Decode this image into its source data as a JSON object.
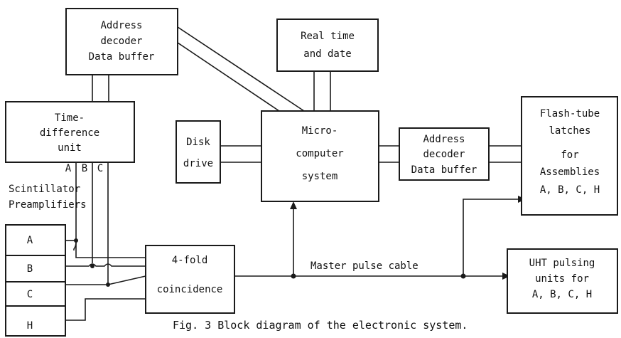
{
  "blocks": {
    "address_decoder_top": [
      "Address",
      "decoder",
      "Data buffer"
    ],
    "real_time": [
      "Real time",
      "and date"
    ],
    "time_difference": [
      "Time-",
      "difference",
      "unit"
    ],
    "disk_drive": [
      "Disk",
      "drive"
    ],
    "microcomputer": [
      "Micro-",
      "computer",
      "system"
    ],
    "address_decoder_right": [
      "Address",
      "decoder",
      "Data buffer"
    ],
    "flash_tube": [
      "Flash-tube",
      "latches",
      "for",
      "Assemblies",
      "A, B, C, H"
    ],
    "coincidence": [
      "4-fold",
      "coincidence"
    ],
    "uht": [
      "UHT pulsing",
      "units for",
      "A, B, C, H"
    ],
    "preamp_a": "A",
    "preamp_b": "B",
    "preamp_c": "C",
    "preamp_h": "H"
  },
  "labels": {
    "channel_a": "A",
    "channel_b": "B",
    "channel_c": "C",
    "scintillator": "Scintillator",
    "preamplifiers": "Preamplifiers",
    "master_pulse": "Master pulse cable"
  },
  "caption": "Fig. 3  Block diagram of the electronic system."
}
